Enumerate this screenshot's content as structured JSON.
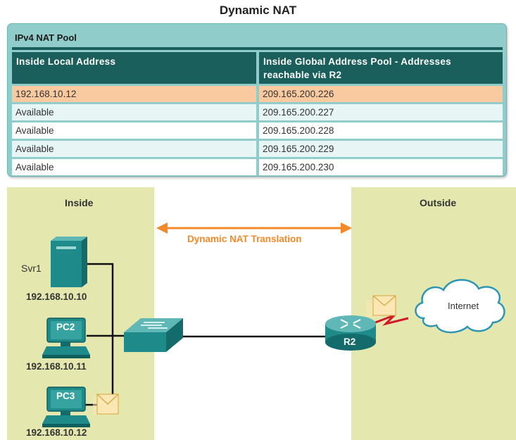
{
  "title": "Dynamic NAT",
  "nat_pool": {
    "header": "IPv4 NAT Pool",
    "columns": [
      "Inside Local Address",
      "Inside Global Address Pool - Addresses reachable via R2"
    ],
    "rows": [
      {
        "local": "192.168.10.12",
        "global": "209.165.200.226",
        "highlighted": true
      },
      {
        "local": "Available",
        "global": "209.165.200.227",
        "highlighted": false
      },
      {
        "local": "Available",
        "global": "209.165.200.228",
        "highlighted": false
      },
      {
        "local": "Available",
        "global": "209.165.200.229",
        "highlighted": false
      },
      {
        "local": "Available",
        "global": "209.165.200.230",
        "highlighted": false
      }
    ]
  },
  "diagram": {
    "inside_label": "Inside",
    "outside_label": "Outside",
    "translation_label": "Dynamic NAT Translation",
    "server": {
      "name": "Svr1",
      "ip": "192.168.10.10"
    },
    "pc2": {
      "name": "PC2",
      "ip": "192.168.10.11"
    },
    "pc3": {
      "name": "PC3",
      "ip": "192.168.10.12"
    },
    "router": {
      "name": "R2"
    },
    "cloud": {
      "name": "Internet"
    },
    "colors": {
      "zone": "#e4e8ae",
      "device": "#1f8a8a",
      "arrow": "#f28a2a",
      "highlight_row": "#f9c9a0",
      "table_frame": "#90ccca",
      "header_dark": "#1b5f5d"
    }
  }
}
